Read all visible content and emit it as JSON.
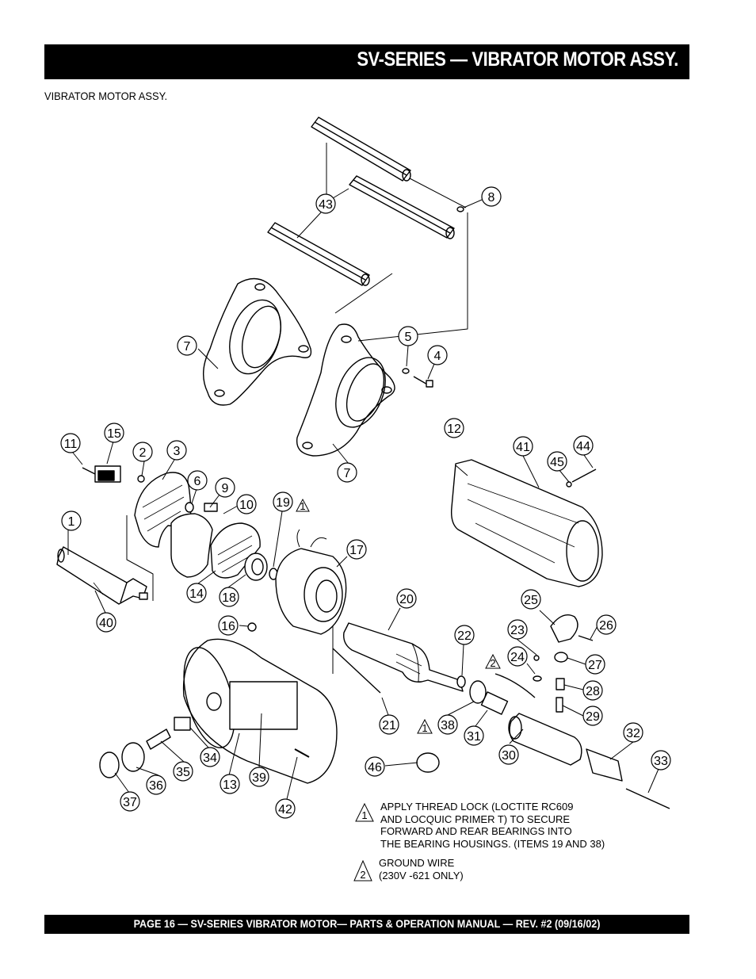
{
  "header": {
    "title": "SV-SERIES — VIBRATOR MOTOR ASSY."
  },
  "subtitle": "VIBRATOR MOTOR ASSY.",
  "callouts": {
    "c1": "1",
    "c2": "2",
    "c3": "3",
    "c4": "4",
    "c5": "5",
    "c6": "6",
    "c7a": "7",
    "c7b": "7",
    "c8": "8",
    "c9": "9",
    "c10": "10",
    "c11": "11",
    "c12": "12",
    "c13": "13",
    "c14": "14",
    "c15": "15",
    "c16": "16",
    "c17": "17",
    "c18": "18",
    "c19": "19",
    "c20": "20",
    "c21": "21",
    "c22": "22",
    "c23": "23",
    "c24": "24",
    "c25": "25",
    "c26": "26",
    "c27": "27",
    "c28": "28",
    "c29": "29",
    "c30": "30",
    "c31": "31",
    "c32": "32",
    "c33": "33",
    "c34": "34",
    "c35": "35",
    "c36": "36",
    "c37": "37",
    "c38": "38",
    "c39": "39",
    "c40": "40",
    "c41": "41",
    "c42": "42",
    "c43": "43",
    "c44": "44",
    "c45": "45",
    "c46": "46"
  },
  "markers": {
    "m19": "1",
    "m2": "2",
    "m38": "1"
  },
  "notes": {
    "note1": {
      "marker": "1",
      "lines": [
        "APPLY THREAD LOCK (LOCTITE RC609",
        "AND LOCQUIC PRIMER T) TO SECURE",
        "FORWARD AND REAR BEARINGS INTO",
        "THE BEARING HOUSINGS. (ITEMS 19 AND 38)"
      ]
    },
    "note2": {
      "marker": "2",
      "lines": [
        "GROUND WIRE",
        "(230V -621 ONLY)"
      ]
    }
  },
  "footer": {
    "text": "PAGE 16 — SV-SERIES  VIBRATOR MOTOR— PARTS & OPERATION MANUAL — REV. #2 (09/16/02)"
  }
}
